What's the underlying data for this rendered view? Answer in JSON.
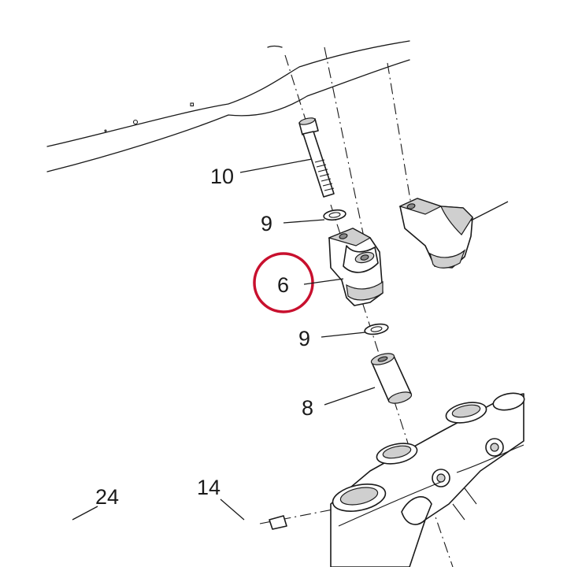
{
  "callouts": {
    "bolt": "10",
    "washer_top": "9",
    "riser_clamp": "6",
    "washer_bottom": "9",
    "bushing": "8",
    "part_24": "24",
    "part_14": "14"
  },
  "colors": {
    "line": "#1a1a1a",
    "highlight_circle": "#c8102e",
    "shade": "#cfcfcf"
  }
}
